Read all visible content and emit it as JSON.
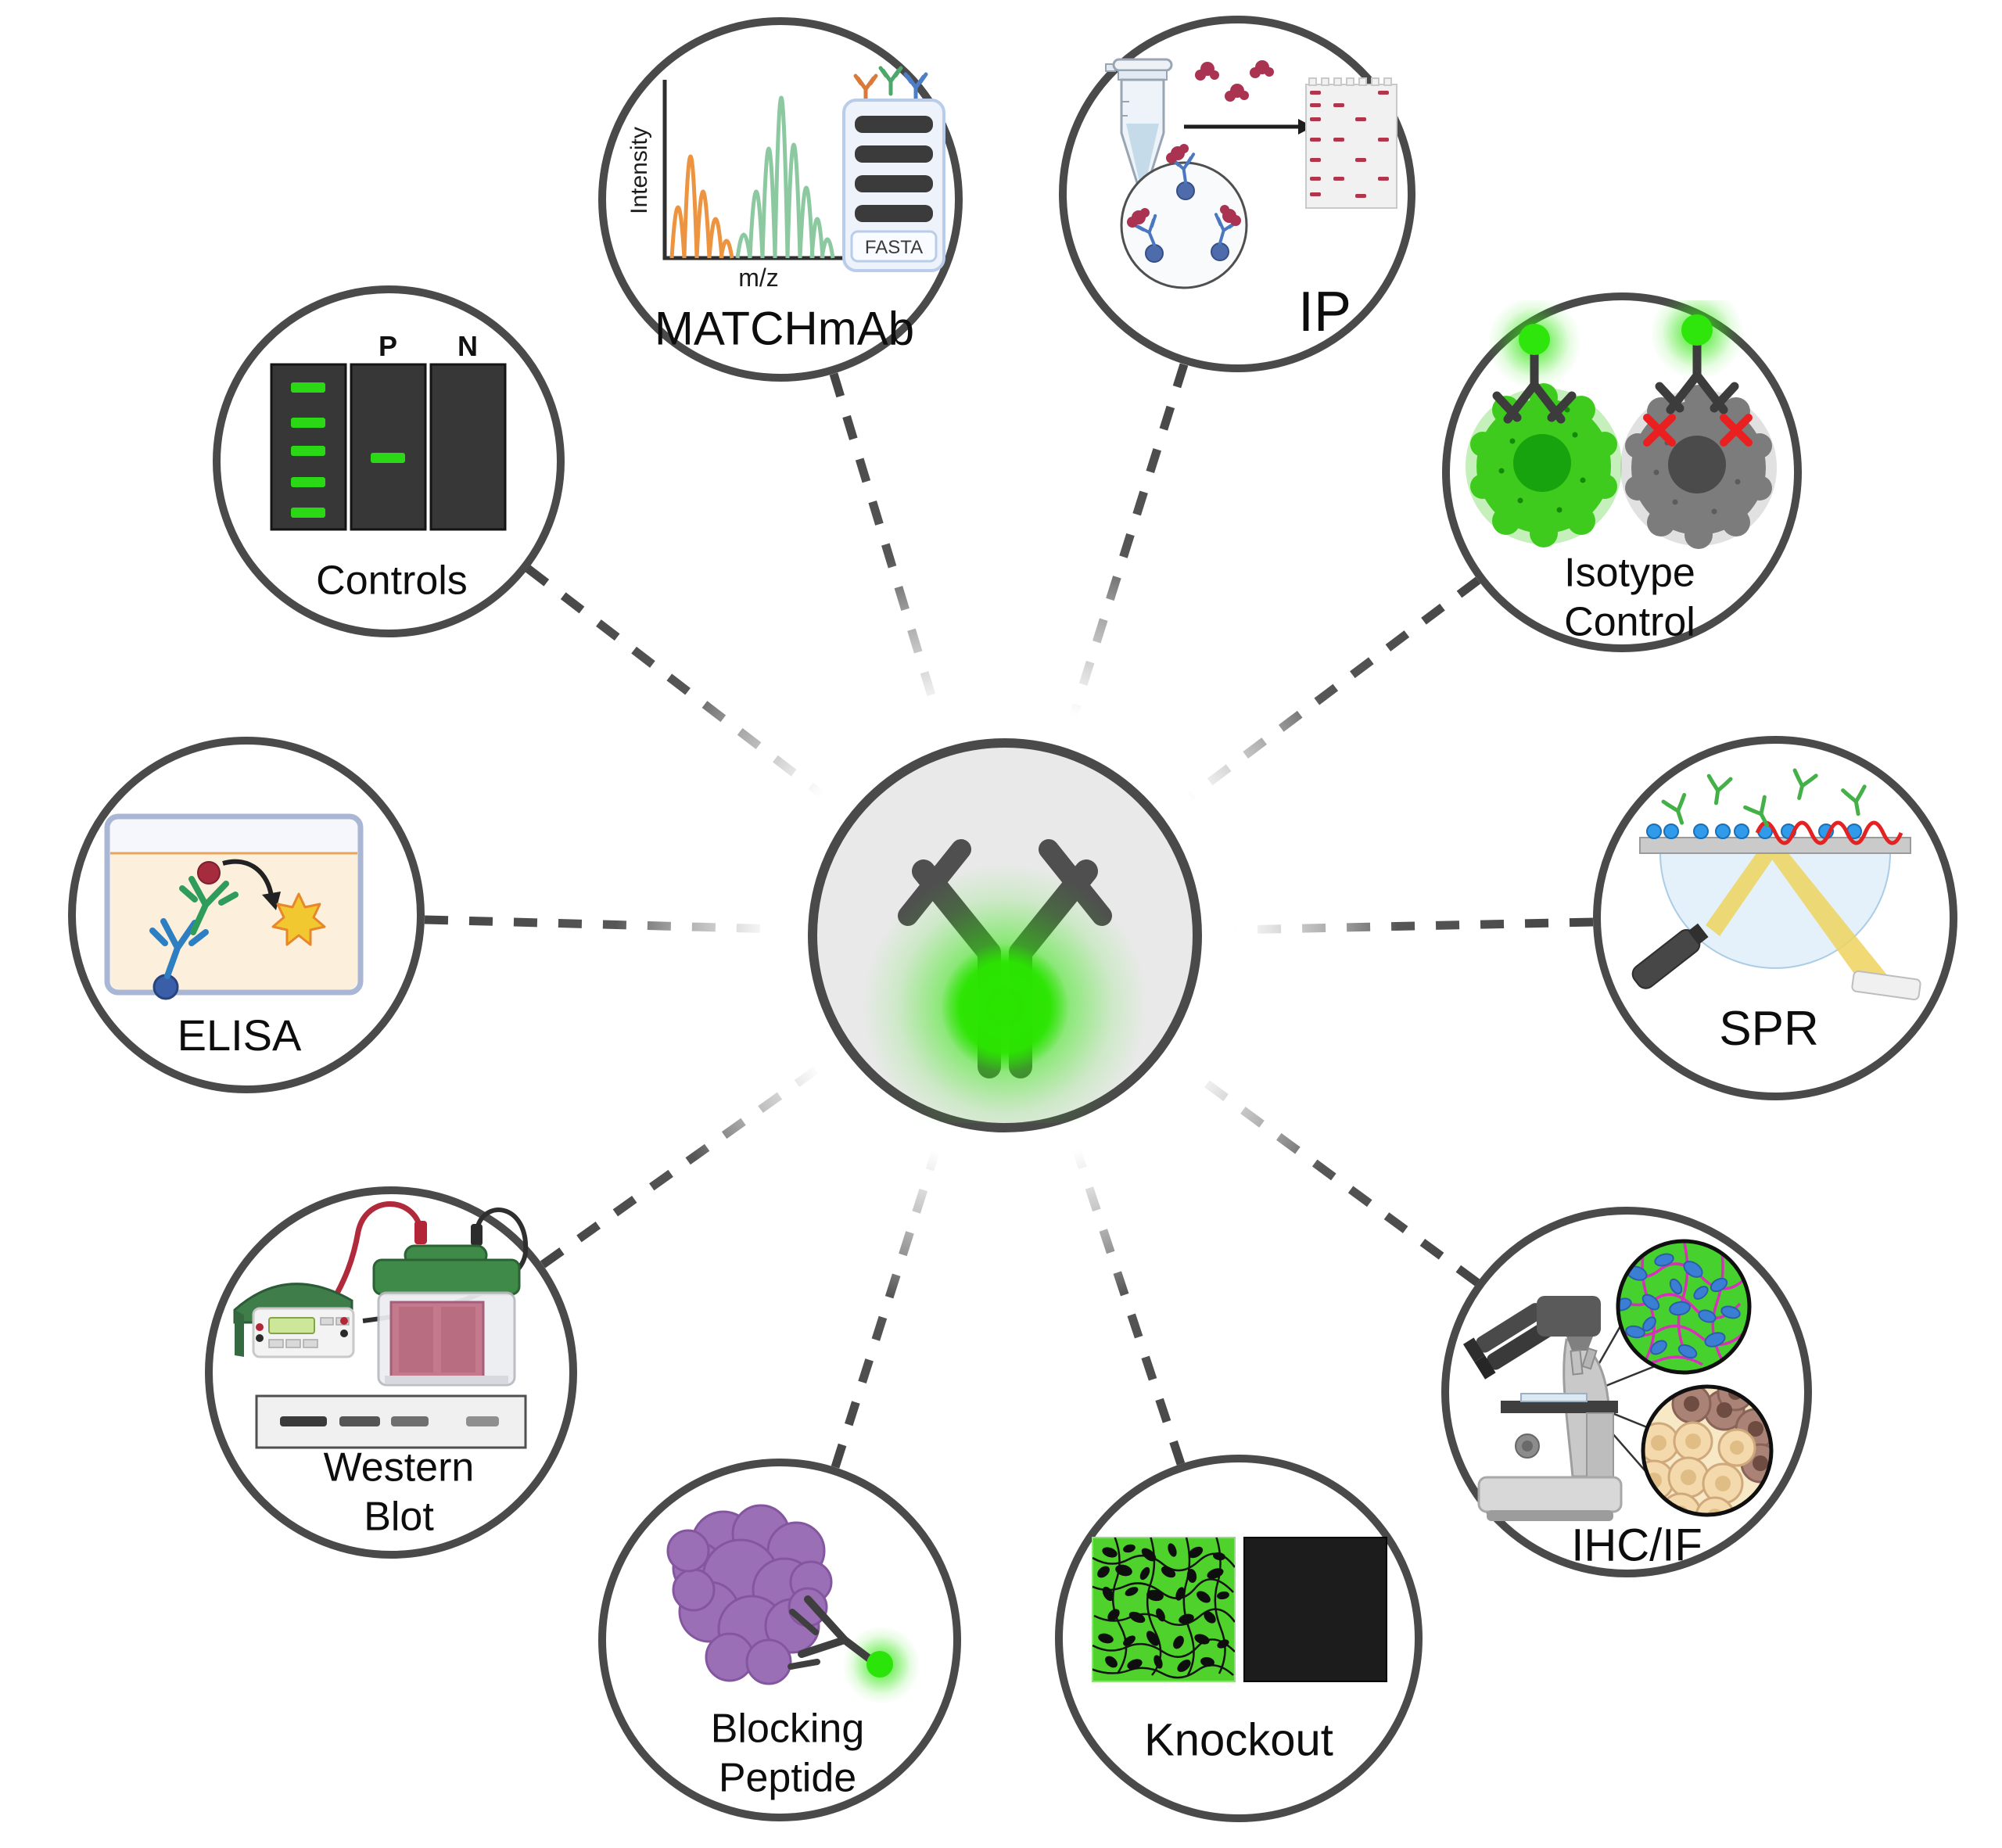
{
  "nodes": {
    "matchmab": {
      "label": "MATCHmAb",
      "spectrum_y_axis": "Intensity",
      "spectrum_x_axis": "m/z",
      "file_badge": "FASTA"
    },
    "ip": {
      "label": "IP"
    },
    "isotype_control": {
      "label": "Isotype\nControl"
    },
    "spr": {
      "label": "SPR"
    },
    "ihc_if": {
      "label": "IHC/IF"
    },
    "knockout": {
      "label": "Knockout"
    },
    "blocking_peptide": {
      "label": "Blocking\nPeptide"
    },
    "western_blot": {
      "label": "Western\nBlot"
    },
    "elisa": {
      "label": "ELISA"
    },
    "controls": {
      "label": "Controls",
      "lane_positive": "P",
      "lane_negative": "N"
    }
  },
  "colors": {
    "circle_stroke": "#4a4a4a",
    "hub_fill": "#e9e9e9",
    "fluorophore_green": "#2ee607",
    "band_green": "#2bd816",
    "spectrum_orange": "#ec9440",
    "spectrum_green": "#8cc9a0",
    "protein_red": "#a93350",
    "antibody_blue": "#4a78c0",
    "peptide_purple": "#9b6fb5",
    "substrate_yellow": "#f2c831",
    "spr_wave_red": "#e32222",
    "x_mark_red": "#ea1f1f",
    "laser_beam_yellow": "#eed45e"
  }
}
